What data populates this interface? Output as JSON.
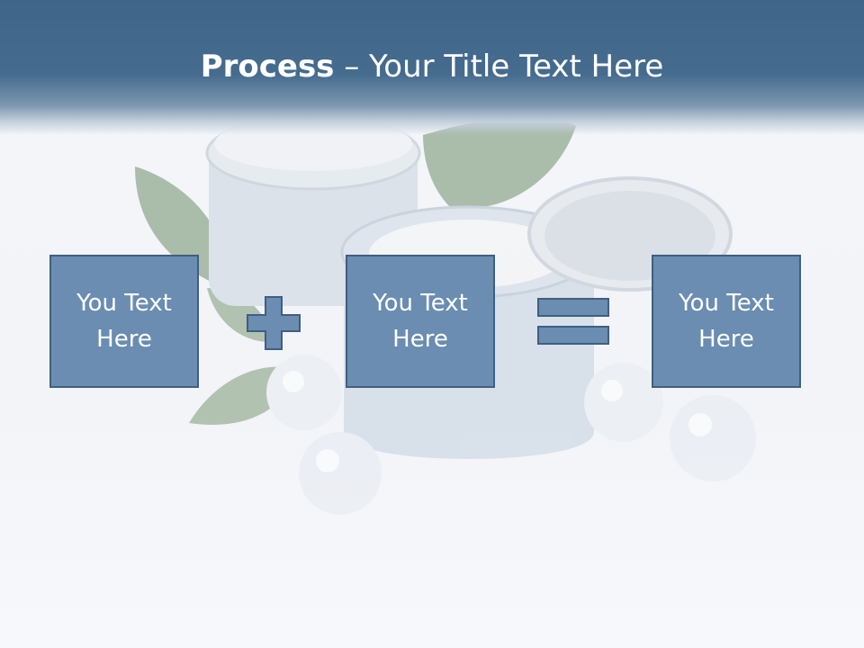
{
  "slide": {
    "title_bold": "Process",
    "title_rest": " – Your Title Text Here",
    "boxes": [
      {
        "text": "You Text\nHere"
      },
      {
        "text": "You Text\nHere"
      },
      {
        "text": "You Text\nHere"
      }
    ],
    "operators": {
      "plus_icon": "plus-icon",
      "equals_icon": "equals-icon"
    },
    "colors": {
      "header": "#456b8e",
      "box_fill": "#6a8db1",
      "box_border": "#3f5f80"
    }
  }
}
